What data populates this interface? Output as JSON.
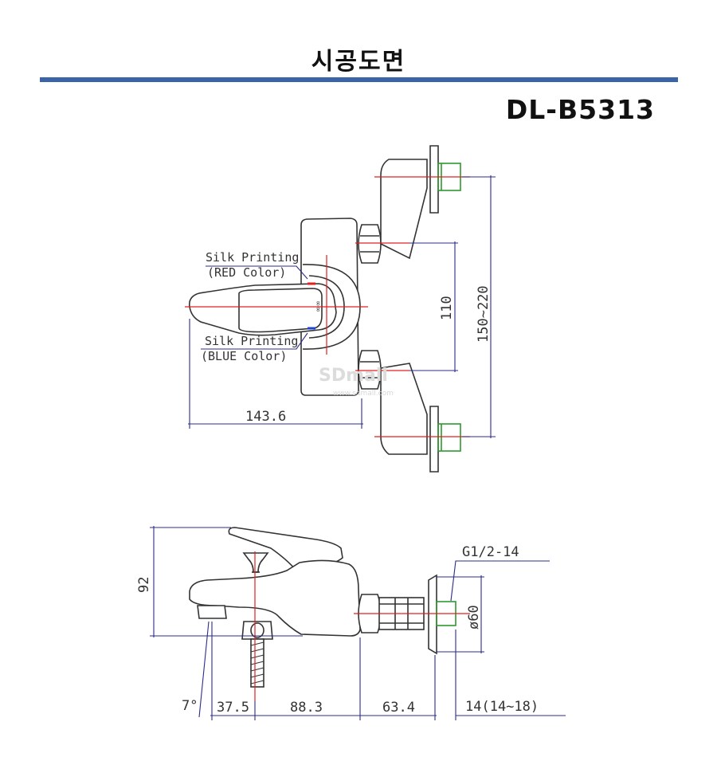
{
  "header": {
    "title": "시공도면",
    "model": "DL-B5313"
  },
  "front_view": {
    "silk_red_line1": "Silk Printing",
    "silk_red_line2": "(RED Color)",
    "silk_blue_line1": "Silk Printing",
    "silk_blue_line2": "(BLUE Color)",
    "dim_width": "143.6",
    "dim_center": "110",
    "dim_range": "150~220",
    "watermark": "SDmall",
    "watermark_url": "www.sdmall.com"
  },
  "side_view": {
    "dim_height": "92",
    "dim_angle": "7°",
    "dim_a": "37.5",
    "dim_b": "88.3",
    "dim_c": "63.4",
    "dim_d": "14(14~18)",
    "thread": "G1/2-14",
    "diameter": "ø60"
  },
  "colors": {
    "rule": "#3a64a8",
    "dim": "#2b2b8c",
    "center": "#e02020",
    "fitting": "#2e9a2e"
  }
}
